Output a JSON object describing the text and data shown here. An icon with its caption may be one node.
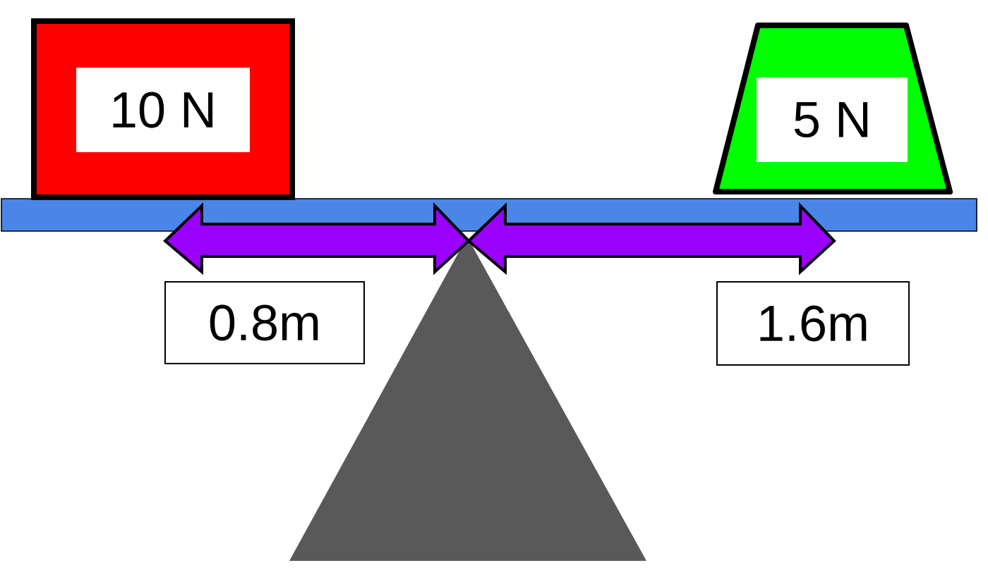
{
  "diagram": {
    "nodes": [
      {
        "text": [
          "10 N"
        ]
      },
      {
        "text": [
          "5 N"
        ]
      },
      {
        "text": [
          "0.8m"
        ]
      },
      {
        "text": [
          "1.6m"
        ]
      }
    ]
  }
}
